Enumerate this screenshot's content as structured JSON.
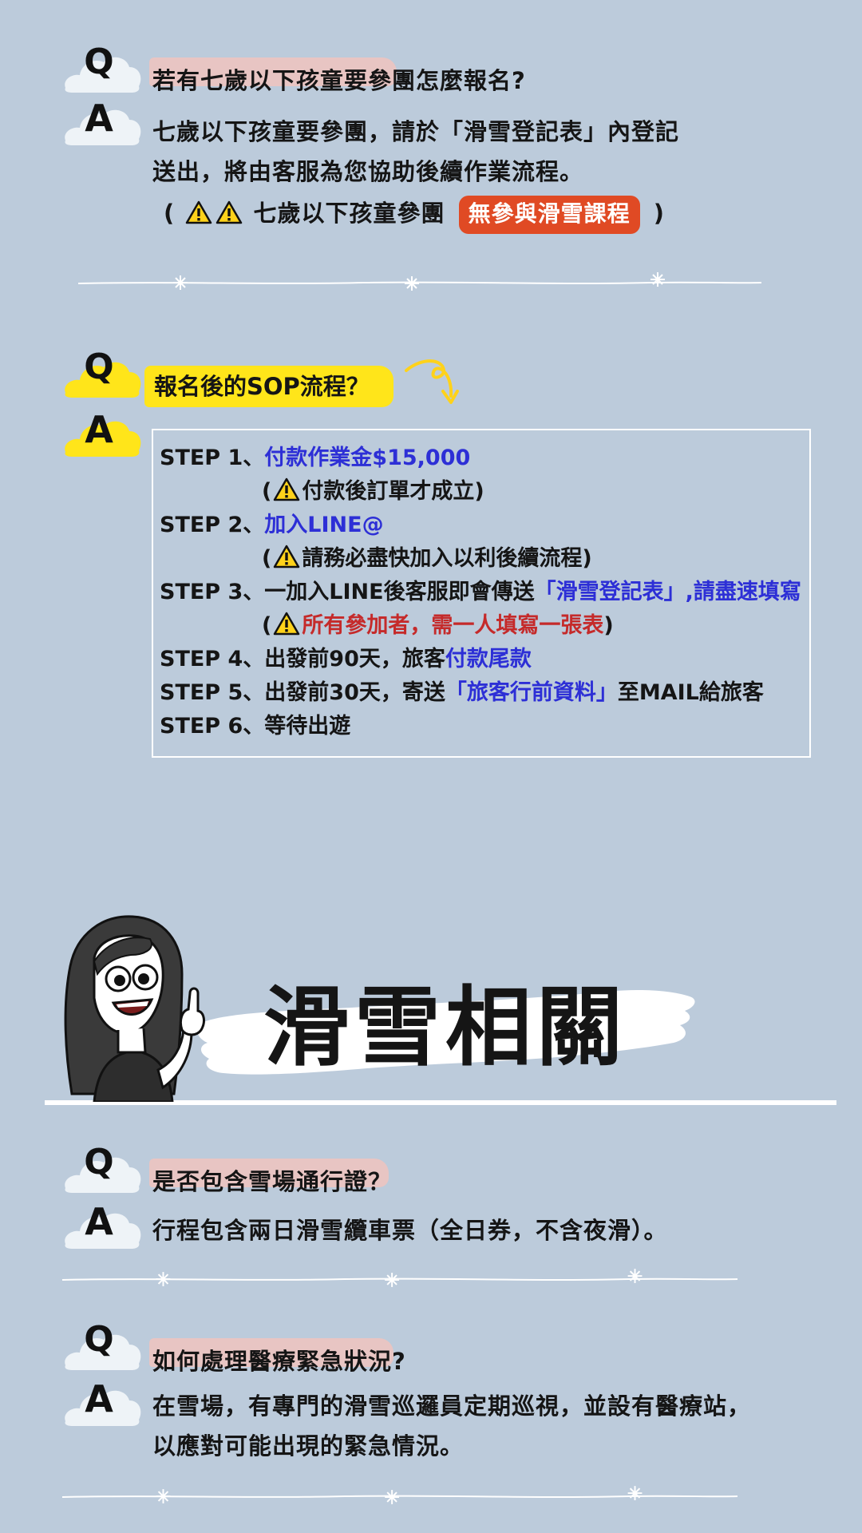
{
  "colors": {
    "background": "#bccbdb",
    "highlight_pink": "#f0c4be",
    "highlight_yellow": "#ffe51a",
    "badge_white": "#eef3f7",
    "accent_blue": "#2d2fd6",
    "accent_red": "#c52a2a",
    "pill_red": "#e04a24"
  },
  "icons": {
    "badge_q": "q-letter-badge",
    "badge_a": "a-letter-badge",
    "warning": "warning-triangle-icon",
    "snowflake": "snowflake-icon",
    "curly_arrow": "curly-arrow-icon"
  },
  "qa1": {
    "q_letter": "Q",
    "a_letter": "A",
    "question": "若有七歲以下孩童要參團怎麼報名?",
    "answer_line1": "七歲以下孩童要參團，請於「滑雪登記表」內登記",
    "answer_line2": "送出，將由客服為您協助後續作業流程。",
    "note_open": "(",
    "note_text": "七歲以下孩童參團",
    "note_pill": "無參與滑雪課程",
    "note_close": ")"
  },
  "sop": {
    "q_letter": "Q",
    "a_letter": "A",
    "title": "報名後的SOP流程？",
    "steps": [
      {
        "label": "STEP 1、",
        "text": "付款作業金$15,000"
      },
      {
        "open": "(",
        "text": "付款後訂單才成立)"
      },
      {
        "label": "STEP 2、",
        "text": "加入LINE@"
      },
      {
        "open": "(",
        "text": "請務必盡快加入以利後續流程)"
      },
      {
        "label": "STEP 3、",
        "text_a": "一加入LINE後客服即會傳送",
        "text_b": "「滑雪登記表」,請盡速填寫"
      },
      {
        "open": "(",
        "text_red": "所有參加者，需一人填寫一張表",
        "close": ")"
      },
      {
        "label": "STEP 4、",
        "text_a": "出發前90天，旅客",
        "text_b": "付款尾款"
      },
      {
        "label": "STEP 5、",
        "text_a": "出發前30天，寄送",
        "text_b": "「旅客行前資料」",
        "text_c": "至MAIL給旅客"
      },
      {
        "label": "STEP 6、",
        "text_a": "等待出遊"
      }
    ]
  },
  "section": {
    "title": "滑雪相關"
  },
  "qa2": {
    "q_letter": "Q",
    "a_letter": "A",
    "question": "是否包含雪場通行證？",
    "answer": "行程包含兩日滑雪纜車票（全日券，不含夜滑）。"
  },
  "qa3": {
    "q_letter": "Q",
    "a_letter": "A",
    "question": "如何處理醫療緊急狀況?",
    "answer_line1": "在雪場，有專門的滑雪巡邏員定期巡視，並設有醫療站，",
    "answer_line2": "以應對可能出現的緊急情況。"
  }
}
